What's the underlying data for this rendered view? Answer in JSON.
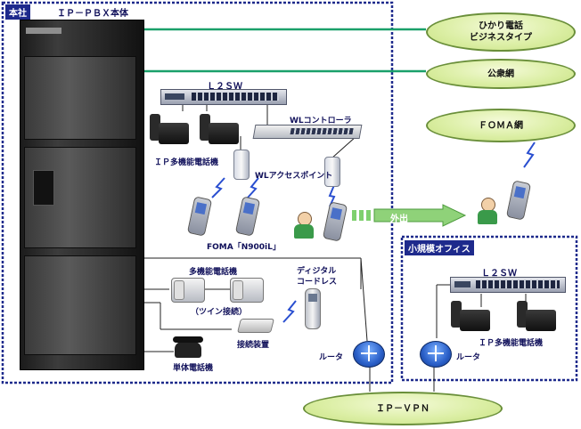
{
  "hq": {
    "tag": "本社",
    "pbx_label": "ＩＰ－ＰＢＸ本体"
  },
  "clouds": {
    "hikari": "ひかり電話\nビジネスタイプ",
    "public": "公衆網",
    "foma": "ＦＯＭＡ網",
    "ipvpn": "ＩＰ－ＶＰＮ"
  },
  "labels": {
    "l2sw": "Ｌ２ＳＷ",
    "wl_controller": "WLコントローラ",
    "ip_phone": "ＩＰ多機能電話機",
    "wl_ap": "WLアクセスポイント",
    "foma_handset": "FOMA「N900iL」",
    "outside": "外出",
    "multi_phone": "多機能電話機",
    "twin": "（ツイン接続）",
    "digital_cordless_1": "ディジタル",
    "digital_cordless_2": "コードレス",
    "connection_device": "接続装置",
    "single_phone": "単体電話機",
    "router_hq": "ルータ"
  },
  "branch": {
    "title": "小規模オフィス",
    "l2sw": "Ｌ２ＳＷ",
    "ip_phone": "ＩＰ多機能電話機",
    "router": "ルータ"
  },
  "colors": {
    "frame": "#1e2a8c",
    "link_green": "#1aa06a",
    "cloud_fill": "#dcefa6",
    "cloud_border": "#6a8f3a"
  }
}
